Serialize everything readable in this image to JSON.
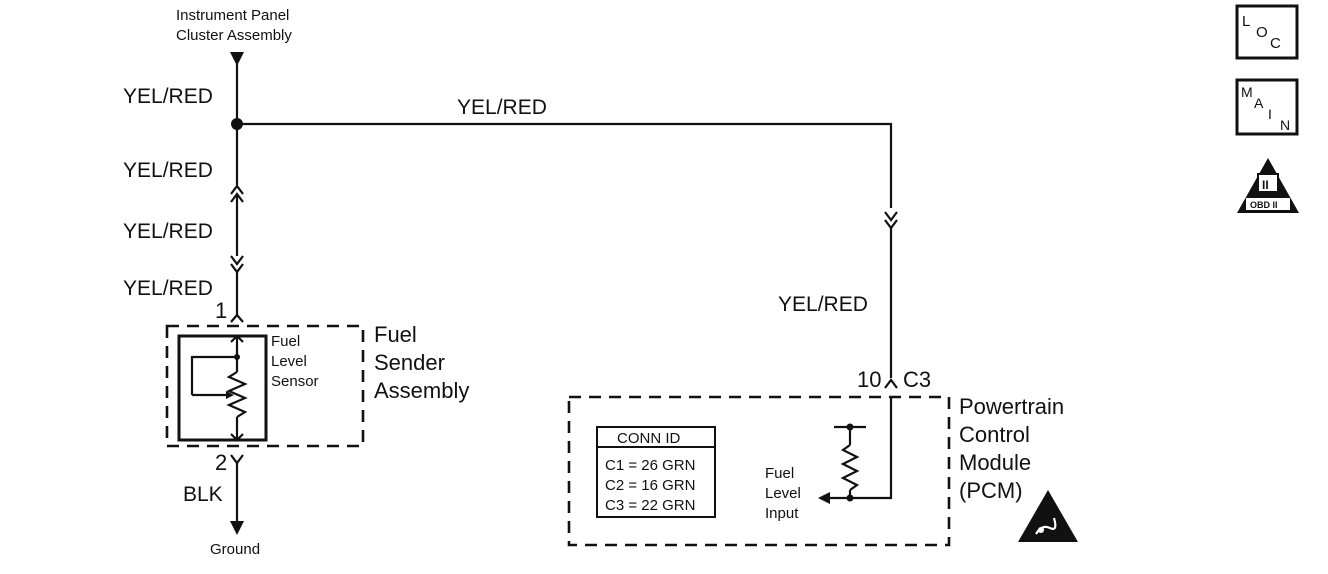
{
  "top_component": {
    "line1": "Instrument Panel",
    "line2": "Cluster Assembly"
  },
  "wires": {
    "left_1": "YEL/RED",
    "top_branch": "YEL/RED",
    "left_2": "YEL/RED",
    "left_3": "YEL/RED",
    "left_4": "YEL/RED",
    "right_vertical": "YEL/RED",
    "ground_wire": "BLK"
  },
  "fuel_sender": {
    "pin_top": "1",
    "pin_bottom": "2",
    "title_line1": "Fuel",
    "title_line2": "Sender",
    "title_line3": "Assembly",
    "sensor_line1": "Fuel",
    "sensor_line2": "Level",
    "sensor_line3": "Sensor"
  },
  "ground_label": "Ground",
  "pcm": {
    "pin": "10",
    "connector": "C3",
    "title_line1": "Powertrain",
    "title_line2": "Control",
    "title_line3": "Module",
    "title_line4": "(PCM)",
    "input_line1": "Fuel",
    "input_line2": "Level",
    "input_line3": "Input",
    "conn_id": {
      "header": "CONN ID",
      "rows": [
        "C1 = 26 GRN",
        "C2 = 16 GRN",
        "C3 = 22 GRN"
      ]
    }
  },
  "side_icons": {
    "loc": [
      "L",
      "O",
      "C"
    ],
    "main": [
      "M",
      "A",
      "I",
      "N"
    ],
    "obd": {
      "top": "II",
      "bottom": "OBD II"
    }
  }
}
